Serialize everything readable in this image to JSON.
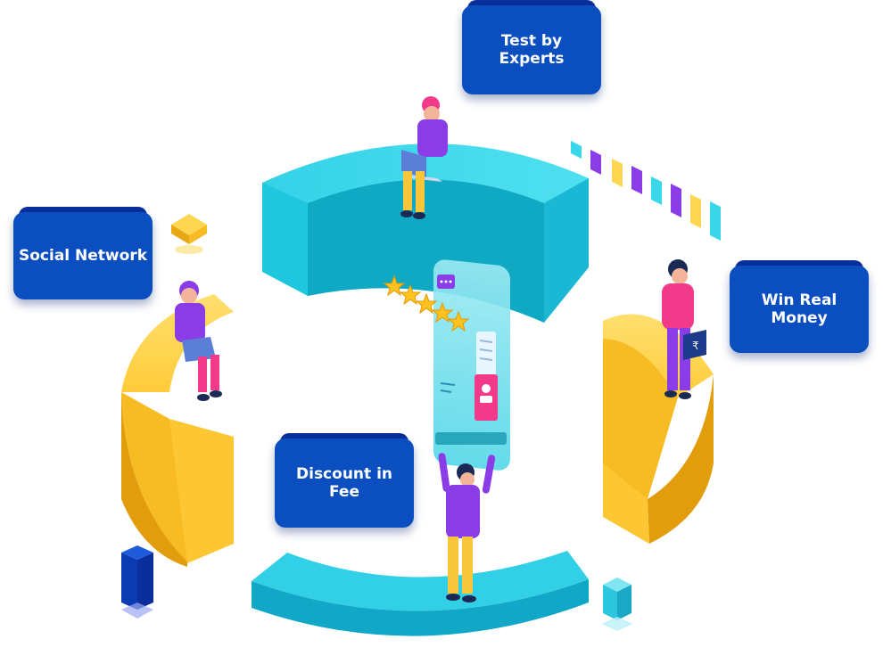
{
  "labels": {
    "test_by_experts": "Test by Experts",
    "social_network": "Social Network",
    "win_real_money": "Win Real Money",
    "discount_in_fee": "Discount in Fee"
  },
  "colors": {
    "card_blue": "#0a4ec0",
    "card_blue_dark": "#0a2f9c",
    "cyan_light": "#3ad7ea",
    "cyan_mid": "#18b8d2",
    "cyan_dark": "#0e8ea8",
    "yellow_light": "#ffd650",
    "yellow_mid": "#f7bc24",
    "yellow_dark": "#e29d0c",
    "purple": "#8a3ce6",
    "pink": "#f23a8a",
    "screen_glass": "#7fe3f0"
  },
  "icons": {
    "stars": "star-rating-icon",
    "chat": "chat-bubble-icon",
    "document": "document-icon",
    "profile": "profile-card-icon",
    "money_sign": "rupee-sign-icon"
  }
}
